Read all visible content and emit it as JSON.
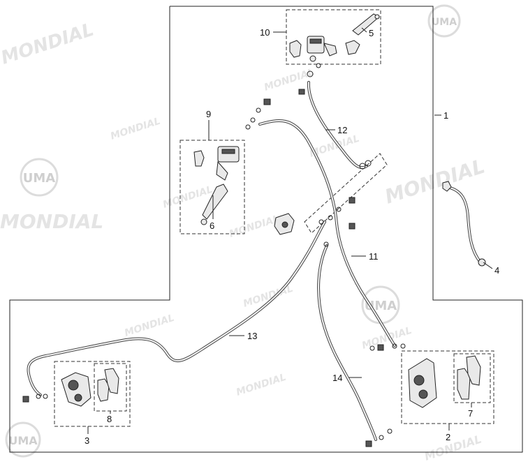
{
  "watermarks": {
    "brand_text": "MONDIAL",
    "logo_text": "UMA"
  },
  "callouts": {
    "c1": "1",
    "c2": "2",
    "c3": "3",
    "c4": "4",
    "c5": "5",
    "c6": "6",
    "c7": "7",
    "c8": "8",
    "c9": "9",
    "c10": "10",
    "c11": "11",
    "c12": "12",
    "c13": "13",
    "c14": "14"
  }
}
